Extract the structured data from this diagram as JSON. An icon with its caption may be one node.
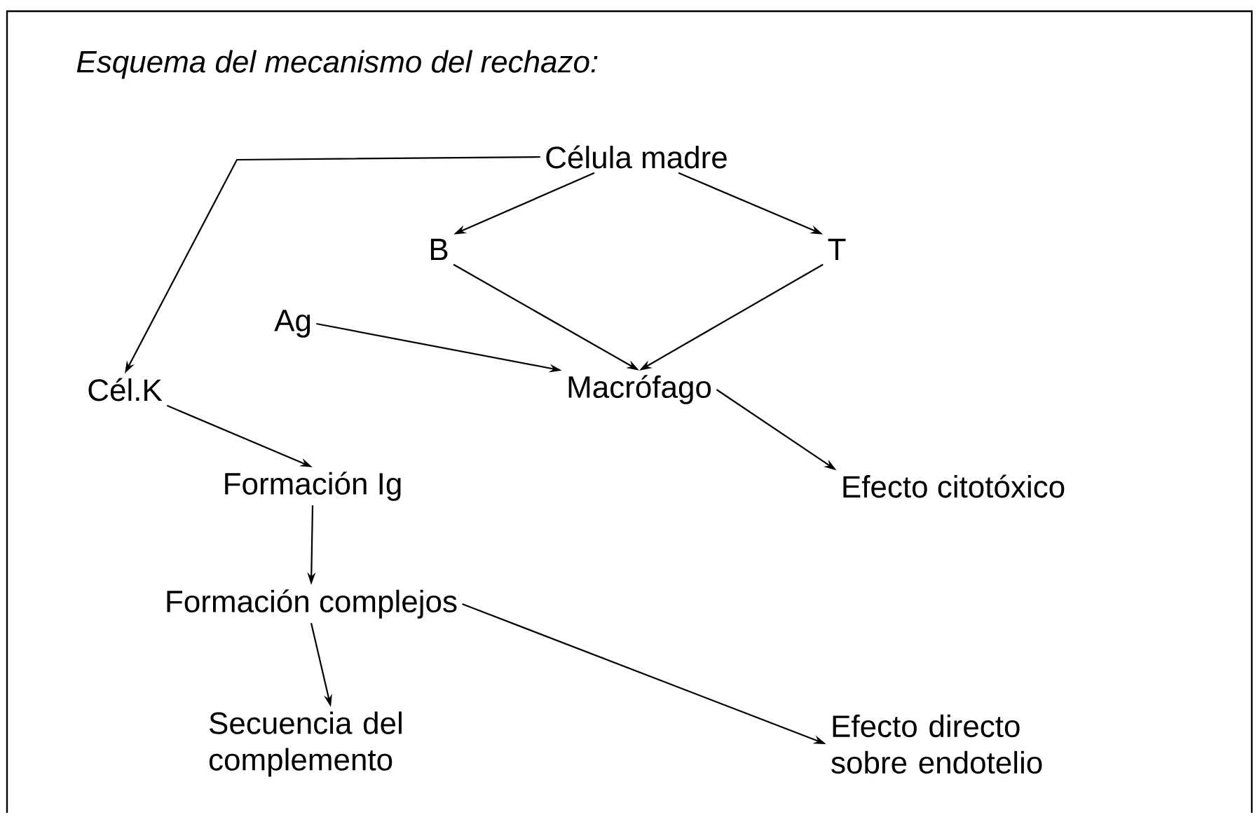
{
  "diagram": {
    "title": "Esquema del mecanismo del rechazo:",
    "nodes": [
      {
        "text": [
          "Célula madre"
        ]
      },
      {
        "text": [
          "B"
        ]
      },
      {
        "text": [
          "T"
        ]
      },
      {
        "text": [
          "Ag"
        ]
      },
      {
        "text": [
          "Macrófago"
        ]
      },
      {
        "text": [
          "Cél.K"
        ]
      },
      {
        "text": [
          "Formación Ig"
        ]
      },
      {
        "text": [
          "Efecto citotóxico"
        ]
      },
      {
        "text": [
          "Formación complejos"
        ]
      },
      {
        "text": [
          "Secuencia del complemento"
        ]
      },
      {
        "text": [
          "Efecto directo sobre endotelio"
        ]
      }
    ],
    "edges": [
      {
        "from": 0,
        "to": 1,
        "arrow": "to"
      },
      {
        "from": 0,
        "to": 2,
        "arrow": "to"
      },
      {
        "from": 0,
        "to": 5,
        "arrow": "to"
      },
      {
        "from": 1,
        "to": 4,
        "arrow": "to"
      },
      {
        "from": 2,
        "to": 4,
        "arrow": "to"
      },
      {
        "from": 3,
        "to": 4,
        "arrow": "to"
      },
      {
        "from": 4,
        "to": 7,
        "arrow": "to"
      },
      {
        "from": 5,
        "to": 6,
        "arrow": "to"
      },
      {
        "from": 6,
        "to": 8,
        "arrow": "to"
      },
      {
        "from": 8,
        "to": 9,
        "arrow": "to"
      },
      {
        "from": 8,
        "to": 10,
        "arrow": "to"
      }
    ]
  }
}
